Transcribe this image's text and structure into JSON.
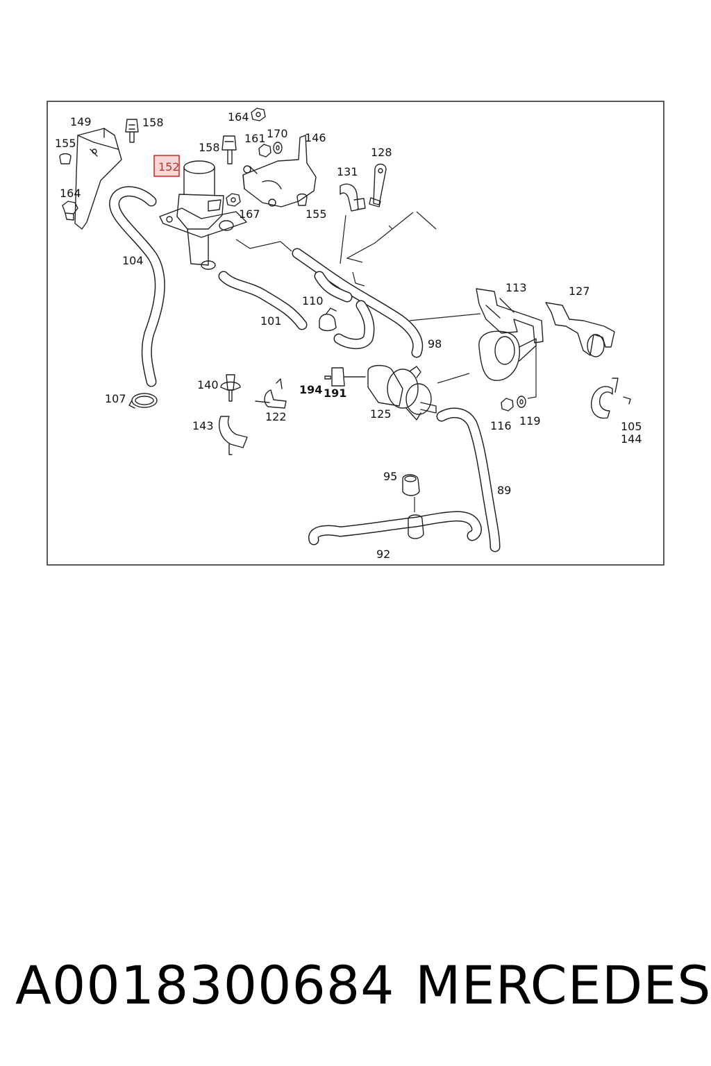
{
  "highlighted_label": "152",
  "labels": {
    "l149": "149",
    "l158a": "158",
    "l164a": "164",
    "l155a": "155",
    "l164b": "164",
    "l158b": "158",
    "l161": "161",
    "l170": "170",
    "l146": "146",
    "l167": "167",
    "l155b": "155",
    "l128": "128",
    "l131": "131",
    "l104": "104",
    "l110": "110",
    "l101": "101",
    "l113": "113",
    "l127": "127",
    "l98": "98",
    "l140": "140",
    "l194": "194",
    "l191": "191",
    "l122": "122",
    "l107": "107",
    "l143": "143",
    "l125": "125",
    "l116": "116",
    "l119": "119",
    "l105": "105",
    "l144": "144",
    "l95": "95",
    "l89": "89",
    "l92": "92"
  },
  "footer": {
    "part_number": "A0018300684",
    "brand": "MERCEDES"
  }
}
